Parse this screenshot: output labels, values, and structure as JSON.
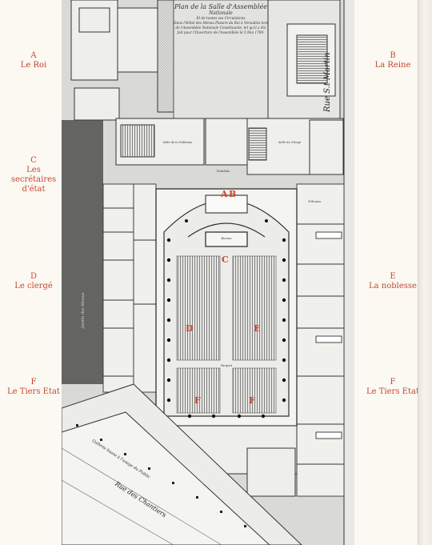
{
  "legend": [
    {
      "letter": "A",
      "label": "Le Roi"
    },
    {
      "letter": "B",
      "label": "La Reine"
    },
    {
      "letter": "C",
      "label": "Les secrétaires d'état"
    },
    {
      "letter": "D",
      "label": "Le clergé"
    },
    {
      "letter": "E",
      "label": "La noblesse"
    },
    {
      "letter": "F",
      "label": "Le Tiers Etat"
    },
    {
      "letter": "F",
      "label": "Le Tiers Etat"
    }
  ],
  "map": {
    "title_line1": "Plan de la Salle d'Assemblée",
    "title_line2": "Nationale",
    "title_line3": "Et de toutes ses Circulations",
    "title_body": "Dans l'Hôtel des Menus Plaisirs du Roi à Versailles lors de l'Assemblée Nationale Constituante, tel qu'il a été fait pour l'Ouverture de l'Assemblée le 5 Mai 1789.",
    "street_right": "Rue S.t Martin",
    "street_bottom": "Rue des Chantiers",
    "gallery_label": "Gallerie basse à l'usage du Public",
    "left_wall_label": "Jardin des Menus",
    "label_salle_noblesse": "Salle de la Noblesse",
    "label_salle_clerge": "Salle du Clergé",
    "label_vestibule": "Vestibule",
    "label_bureau": "Bureau",
    "label_tribunes": "Tribunes",
    "label_parquet": "Parquet"
  },
  "markers": {
    "a": "A",
    "b": "B",
    "c": "C",
    "d": "D",
    "e": "E",
    "f1": "F",
    "f2": "F"
  },
  "colors": {
    "legend_red": "#c8462c",
    "ink": "#2a2a2a",
    "plate_gray": "#d9d9d6"
  }
}
